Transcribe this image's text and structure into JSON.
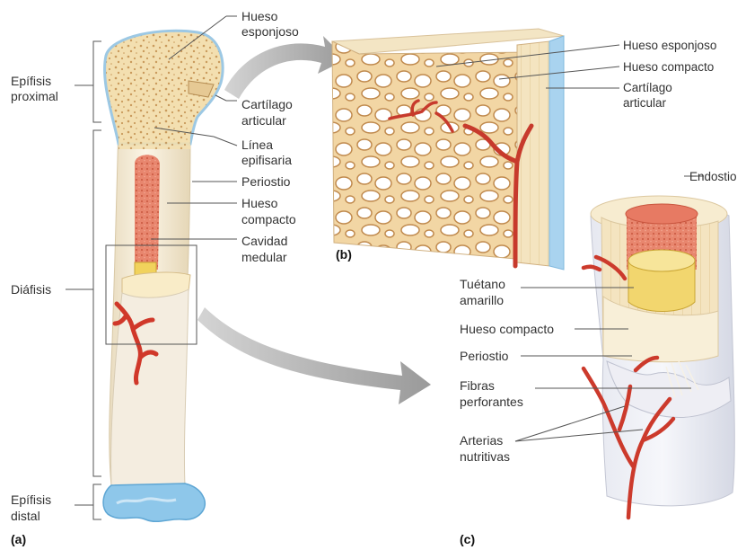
{
  "labels": {
    "epifisis_proximal_1": "Epífisis",
    "epifisis_proximal_2": "proximal",
    "diafisis": "Diáfisis",
    "epifisis_distal_1": "Epífisis",
    "epifisis_distal_2": "distal",
    "hueso_esponjoso_a_1": "Hueso",
    "hueso_esponjoso_a_2": "esponjoso",
    "cartilago_a_1": "Cartílago",
    "cartilago_a_2": "articular",
    "linea_1": "Línea",
    "linea_2": "epifisaria",
    "periostio_a": "Periostio",
    "hueso_compacto_a_1": "Hueso",
    "hueso_compacto_a_2": "compacto",
    "cavidad_1": "Cavidad",
    "cavidad_2": "medular",
    "hueso_esponjoso_b": "Hueso esponjoso",
    "hueso_compacto_b": "Hueso compacto",
    "cartilago_b_1": "Cartílago",
    "cartilago_b_2": "articular",
    "endostio": "Endostio",
    "tuetano_1": "Tuétano",
    "tuetano_2": "amarillo",
    "hueso_compacto_c": "Hueso compacto",
    "periostio_c": "Periostio",
    "fibras_1": "Fibras",
    "fibras_2": "perforantes",
    "arterias_1": "Arterias",
    "arterias_2": "nutritivas"
  },
  "panels": {
    "a": "(a)",
    "b": "(b)",
    "c": "(c)"
  }
}
